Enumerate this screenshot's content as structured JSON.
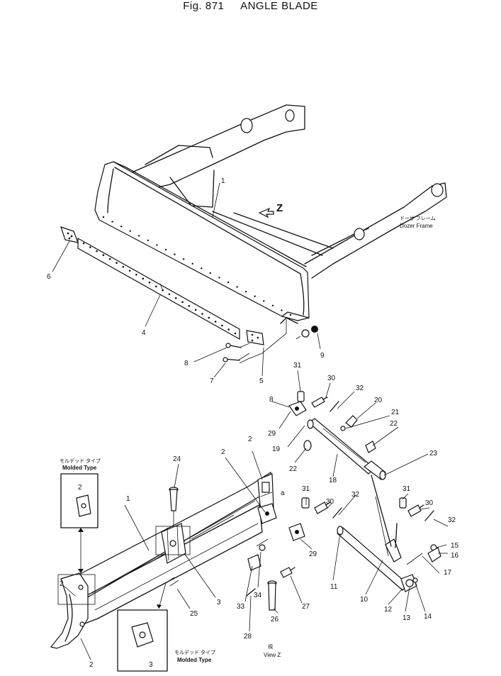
{
  "figure": {
    "number": "Fig. 871",
    "title": "ANGLE BLADE"
  },
  "view_marker": "Z",
  "view_label": {
    "jp": "視",
    "en": "View Z"
  },
  "frame_label": {
    "jp": "ドーザ フレーム",
    "en": "Dozer Frame"
  },
  "molded_type_label": {
    "jp": "モルデッド タイプ",
    "en": "Molded Type"
  },
  "point_label": "a",
  "part_numbers": {
    "p1_top": "1",
    "p1_bottom": "1",
    "p2_inset_top": "2",
    "p2_left": "2",
    "p2_bottom_left": "2",
    "p2_mid_a": "2",
    "p2_mid_b": "2",
    "p3_right": "3",
    "p3_inset": "3",
    "p4": "4",
    "p5": "5",
    "p6": "6",
    "p7": "7",
    "p8_lower": "8",
    "p8_upper": "8",
    "p9": "9",
    "p10": "10",
    "p11": "11",
    "p12": "12",
    "p13": "13",
    "p14": "14",
    "p15": "15",
    "p16": "16",
    "p17": "17",
    "p18": "18",
    "p19": "19",
    "p20": "20",
    "p21": "21",
    "p22_a": "22",
    "p22_b": "22",
    "p23": "23",
    "p24": "24",
    "p25": "25",
    "p26": "26",
    "p27": "27",
    "p28": "28",
    "p29_a": "29",
    "p29_b": "29",
    "p30_a": "30",
    "p30_b": "30",
    "p30_c": "30",
    "p31_a": "31",
    "p31_b": "31",
    "p31_c": "31",
    "p32_a": "32",
    "p32_b": "32",
    "p32_c": "32",
    "p33": "33",
    "p34": "34"
  }
}
